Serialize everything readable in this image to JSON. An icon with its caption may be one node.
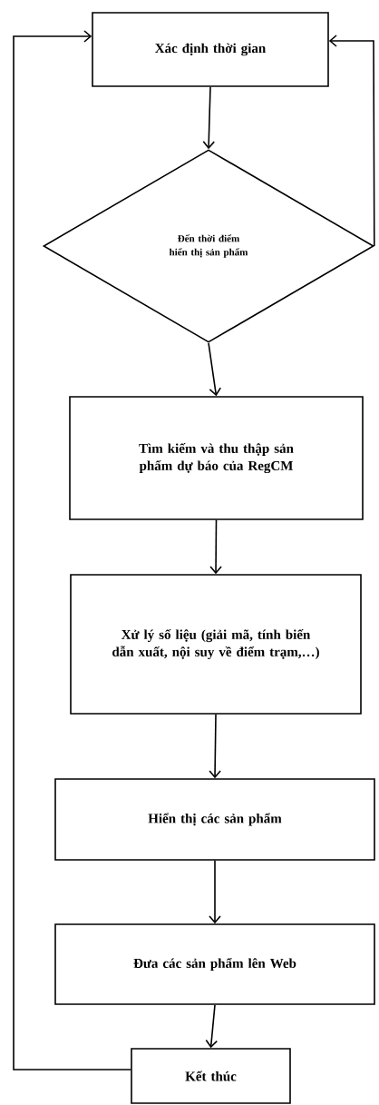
{
  "diagram": {
    "nodes": [
      {
        "text": [
          "Xác định thời gian"
        ]
      },
      {
        "text": [
          "Đến thời điểm hiển thị sản phẩm"
        ]
      },
      {
        "text": [
          "Tìm kiếm và thu thập sản phẩm dự báo của RegCM"
        ]
      },
      {
        "text": [
          "Xử lý số liệu (giải mã, tính biến dẫn xuất, nội suy về điểm trạm,…)"
        ]
      },
      {
        "text": [
          "Hiển thị các sản phẩm"
        ]
      },
      {
        "text": [
          "Đưa các sản phẩm lên Web"
        ]
      },
      {
        "text": [
          "Kết thúc"
        ]
      }
    ],
    "edges": [
      {
        "from": 0,
        "to": 1,
        "arrow": "to"
      },
      {
        "from": 1,
        "to": 2,
        "arrow": "to"
      },
      {
        "from": 2,
        "to": 3,
        "arrow": "to"
      },
      {
        "from": 3,
        "to": 4,
        "arrow": "to"
      },
      {
        "from": 4,
        "to": 5,
        "arrow": "to"
      },
      {
        "from": 5,
        "to": 6,
        "arrow": "to"
      },
      {
        "from": 6,
        "to": 0,
        "arrow": "to"
      },
      {
        "from": 1,
        "to": 0,
        "arrow": "to"
      }
    ]
  }
}
